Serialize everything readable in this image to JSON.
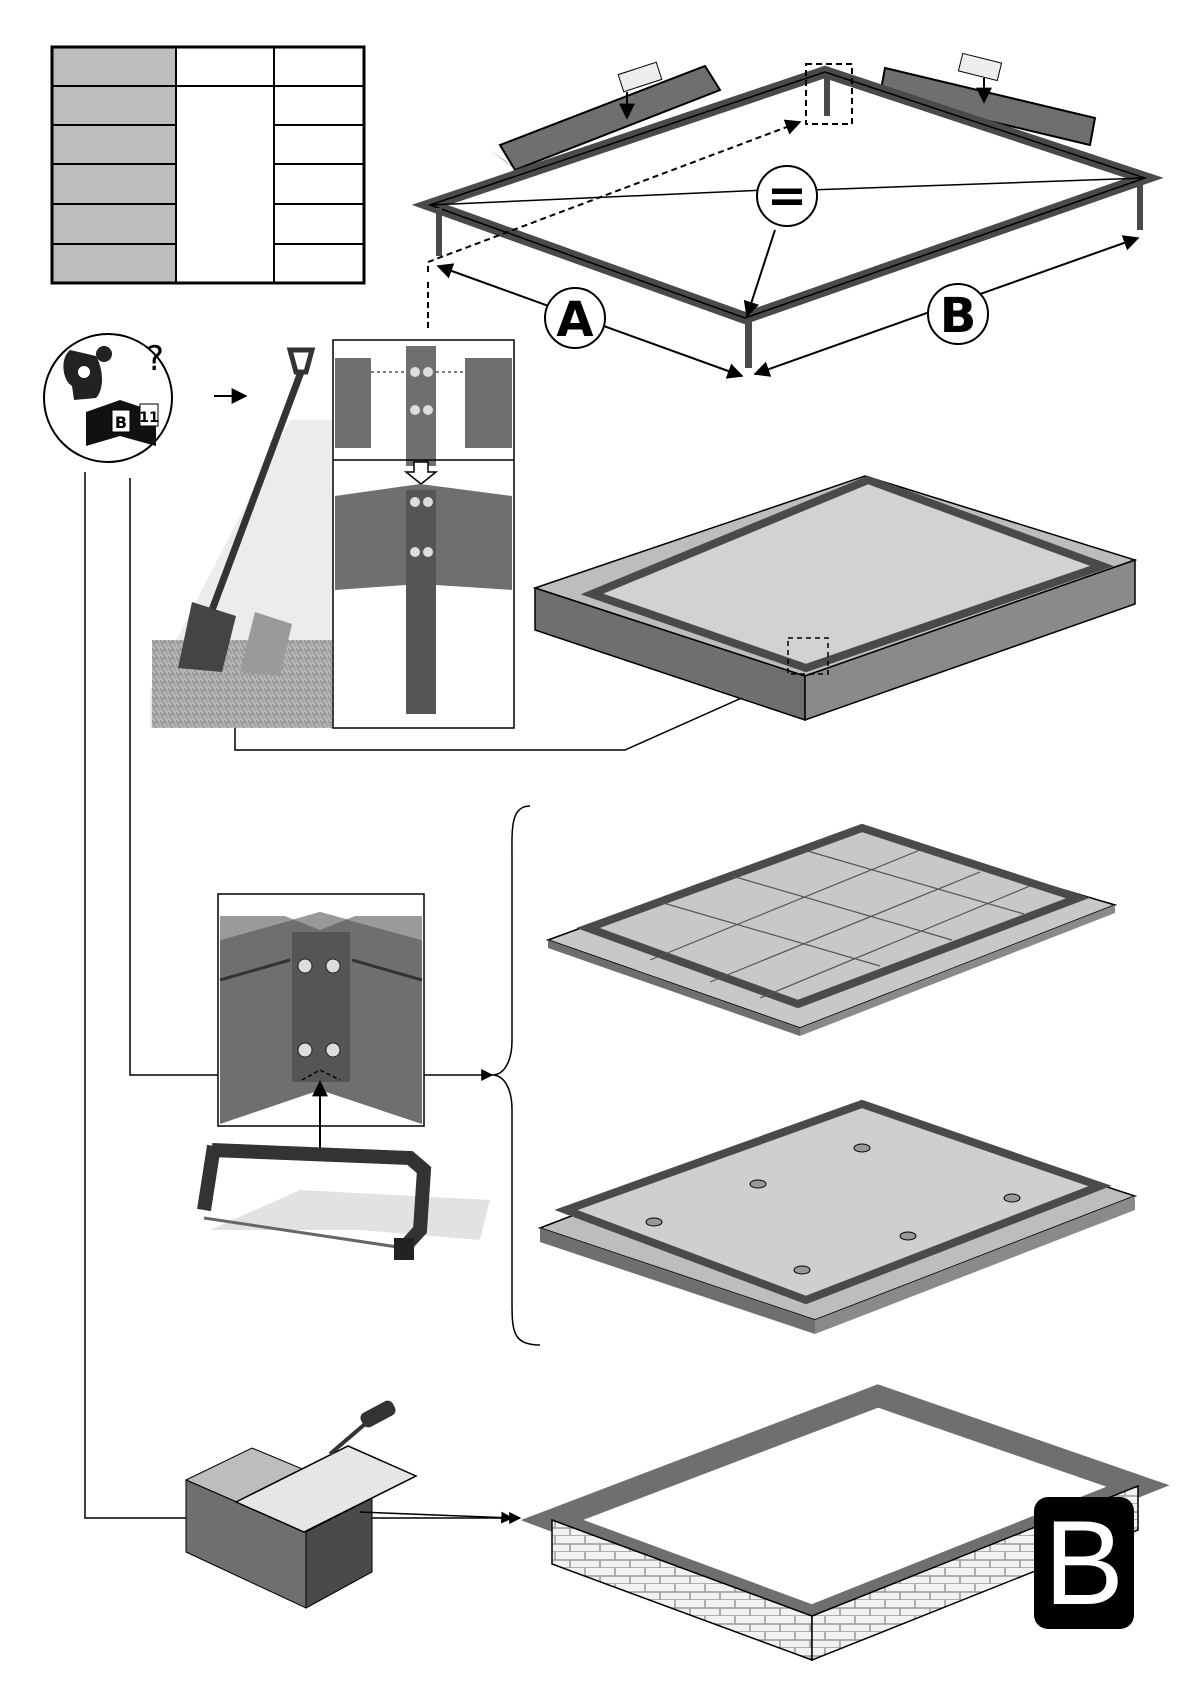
{
  "page": {
    "section_letter": "B"
  },
  "dimension_labels": {
    "a": "A",
    "b": "B"
  },
  "equal_sign": "=",
  "ref_icon": {
    "book_letter": "B",
    "book_page": "11",
    "question_mark": "?"
  },
  "spec_table": {
    "rows": 6,
    "columns": 3
  },
  "colors": {
    "steel": "#6f6f6f",
    "steel_dark": "#4a4a4a",
    "shade": "#c8c8c8",
    "concrete": "#a9a9a9",
    "line": "#000000"
  }
}
